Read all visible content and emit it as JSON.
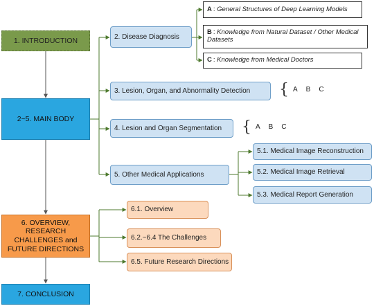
{
  "main": {
    "introduction": "1. INTRODUCTION",
    "main_body": "2~5. MAIN BODY",
    "overview": "6. OVERVIEW, RESEARCH CHALLENGES and FUTURE DIRECTIONS",
    "conclusion": "7. CONCLUSION"
  },
  "topics": {
    "disease": "2. Disease Diagnosis",
    "lesion_detection": "3. Lesion, Organ, and Abnormality Detection",
    "segmentation": "4. Lesion and Organ Segmentation",
    "other": "5. Other Medical Applications"
  },
  "knowledge": [
    {
      "letter": "A",
      "text": "General Structures of Deep Learning Models"
    },
    {
      "letter": "B",
      "text": "Knowledge from Natural Dataset / Other Medical Datasets"
    },
    {
      "letter": "C",
      "text": "Knowledge from Medical Doctors"
    }
  ],
  "abc_labels": [
    "A",
    "B",
    "C"
  ],
  "other_apps": [
    "5.1. Medical Image Reconstruction",
    "5.2. Medical Image Retrieval",
    "5.3. Medical Report Generation"
  ],
  "challenges": [
    "6.1. Overview",
    "6.2.~6.4 The Challenges",
    "6.5. Future Research Directions"
  ],
  "colors": {
    "arrow_gray": "#555555",
    "arrow_green": "#4e7a2e",
    "intro": "#7a9a4b",
    "main_blue": "#2aa6e0",
    "orange": "#f79a4a",
    "light_blue": "#cfe2f3",
    "peach": "#fcd9bd"
  }
}
